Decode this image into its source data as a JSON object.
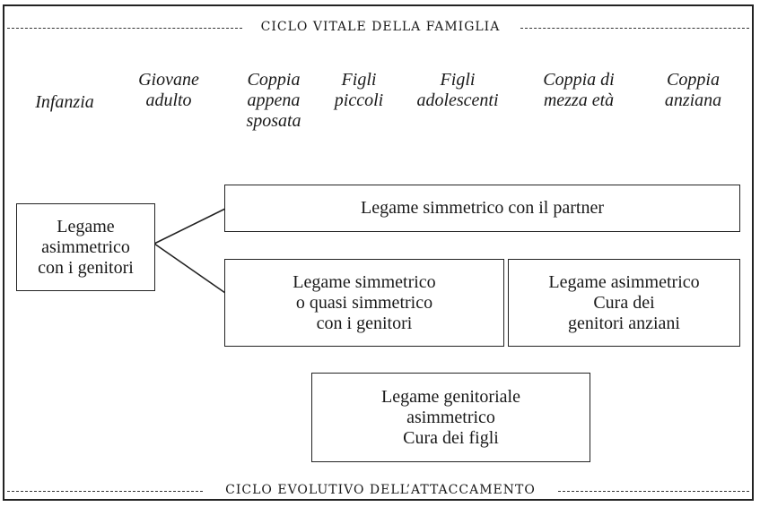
{
  "header": {
    "title": "CICLO VITALE DELLA FAMIGLIA"
  },
  "footer": {
    "title": "CICLO EVOLUTIVO DELL’ATTACCAMENTO"
  },
  "stages": [
    "Infanzia",
    "Giovane\nadulto",
    "Coppia\nappena\nsposata",
    "Figli\npiccoli",
    "Figli\nadolescenti",
    "Coppia di\nmezza età",
    "Coppia\nanziana"
  ],
  "boxes": {
    "parents_asym": "Legame\nasimmetrico\ncon i genitori",
    "partner_sym": "Legame simmetrico con il partner",
    "parents_sym": "Legame simmetrico\no quasi simmetrico\ncon i genitori",
    "elder_care": "Legame asimmetrico\nCura dei\ngenitori anziani",
    "child_care": "Legame genitoriale\nasimmetrico\nCura dei figli"
  }
}
